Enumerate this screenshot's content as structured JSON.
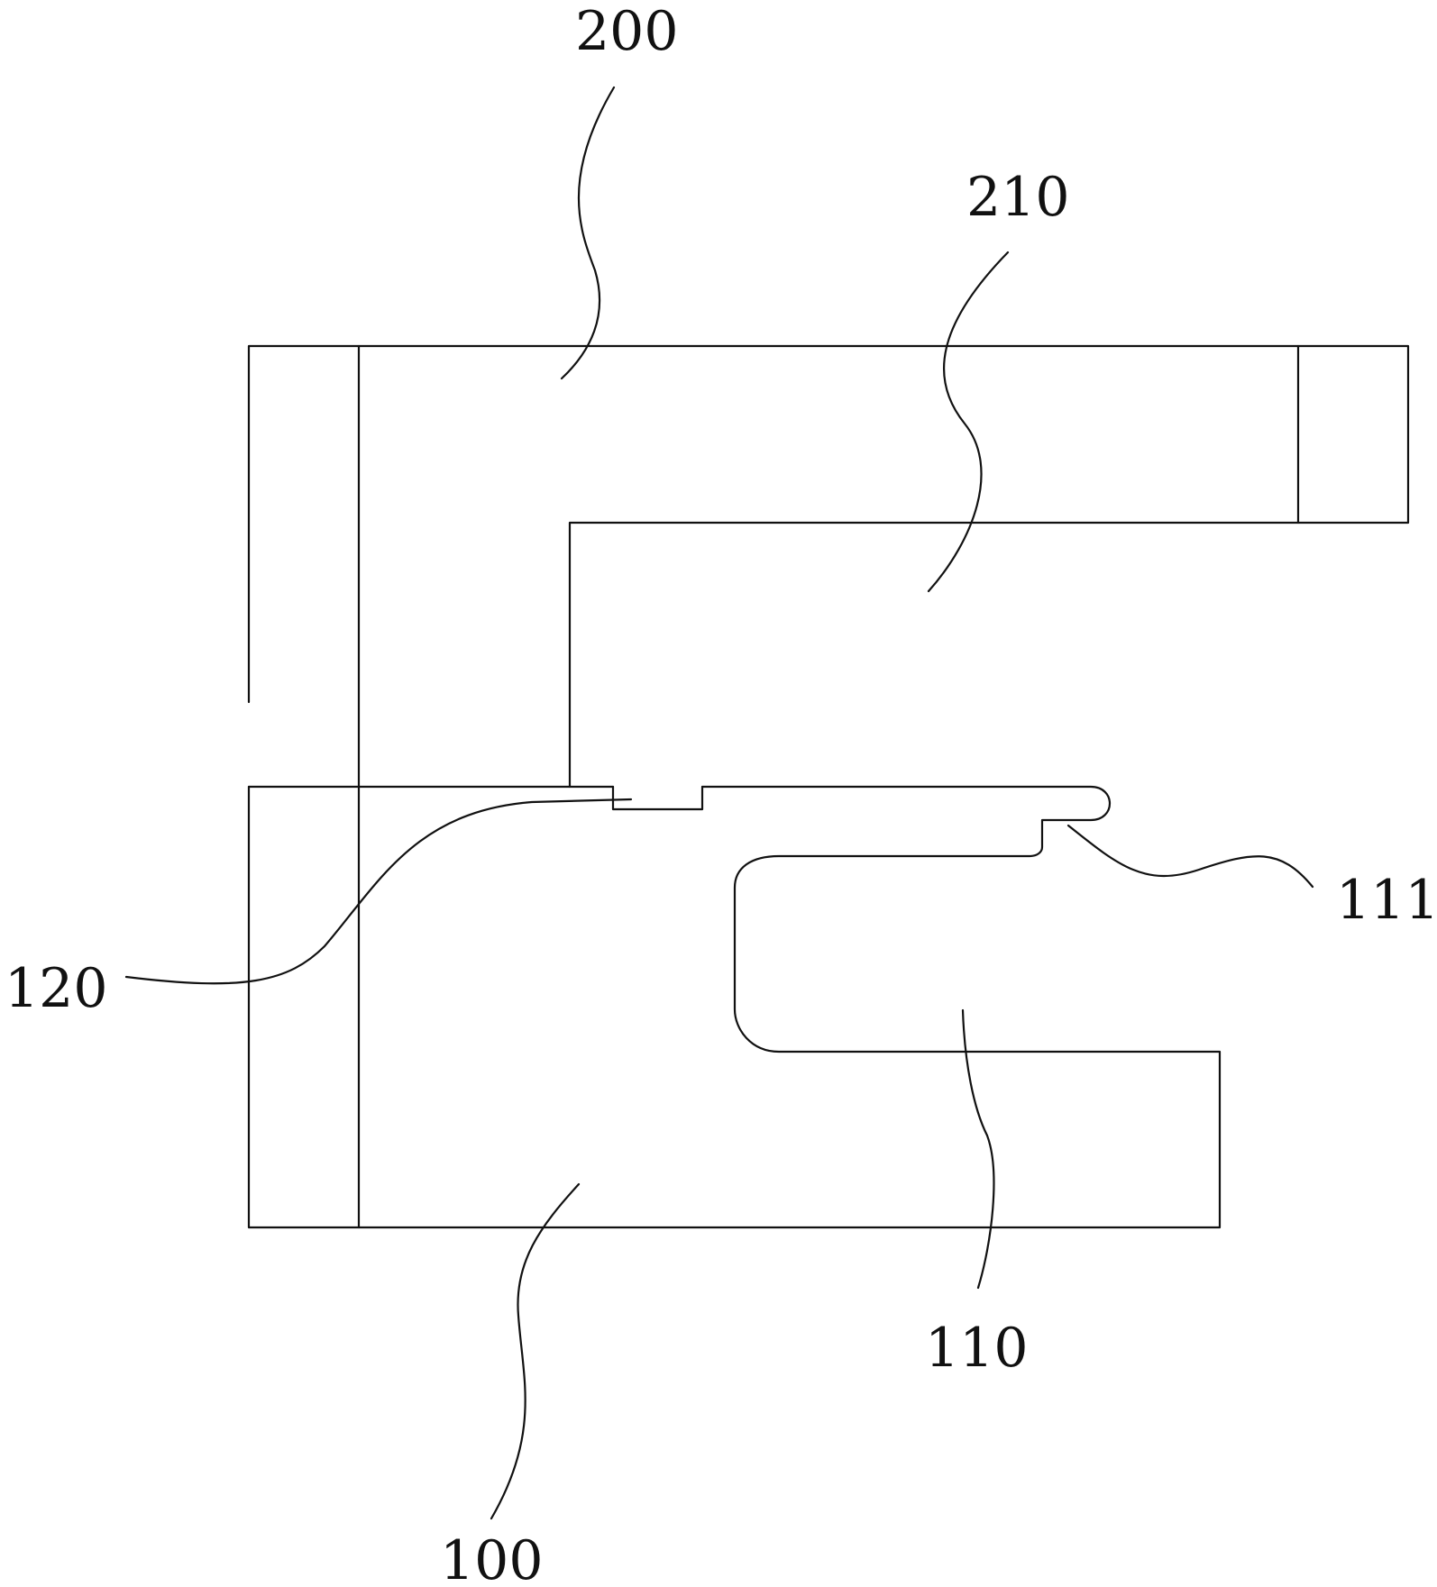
{
  "figure": {
    "labels": {
      "part_200": "200",
      "part_210": "210",
      "part_111": "111",
      "part_120": "120",
      "part_110": "110",
      "part_100": "100"
    }
  }
}
